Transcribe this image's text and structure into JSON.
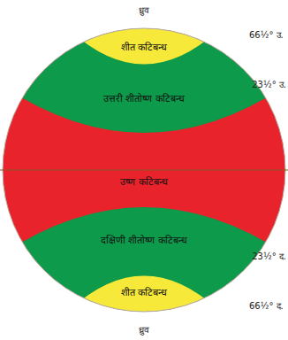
{
  "diagram": {
    "nodes": [
      {
        "text": [
          "शीत कटिबन्ध"
        ]
      },
      {
        "text": [
          "उत्तरी शीतोष्ण कटिबन्ध"
        ]
      },
      {
        "text": [
          "उष्ण कटिबन्ध"
        ]
      },
      {
        "text": [
          "दक्षिणी शीतोष्ण कटिबन्ध"
        ]
      },
      {
        "text": [
          "शीत कटिबन्ध"
        ]
      }
    ],
    "labels": [
      "ध्रुव",
      "66½° उ.",
      "23½° उ.",
      "23½° द.",
      "66½° द.",
      "ध्रुव"
    ]
  }
}
